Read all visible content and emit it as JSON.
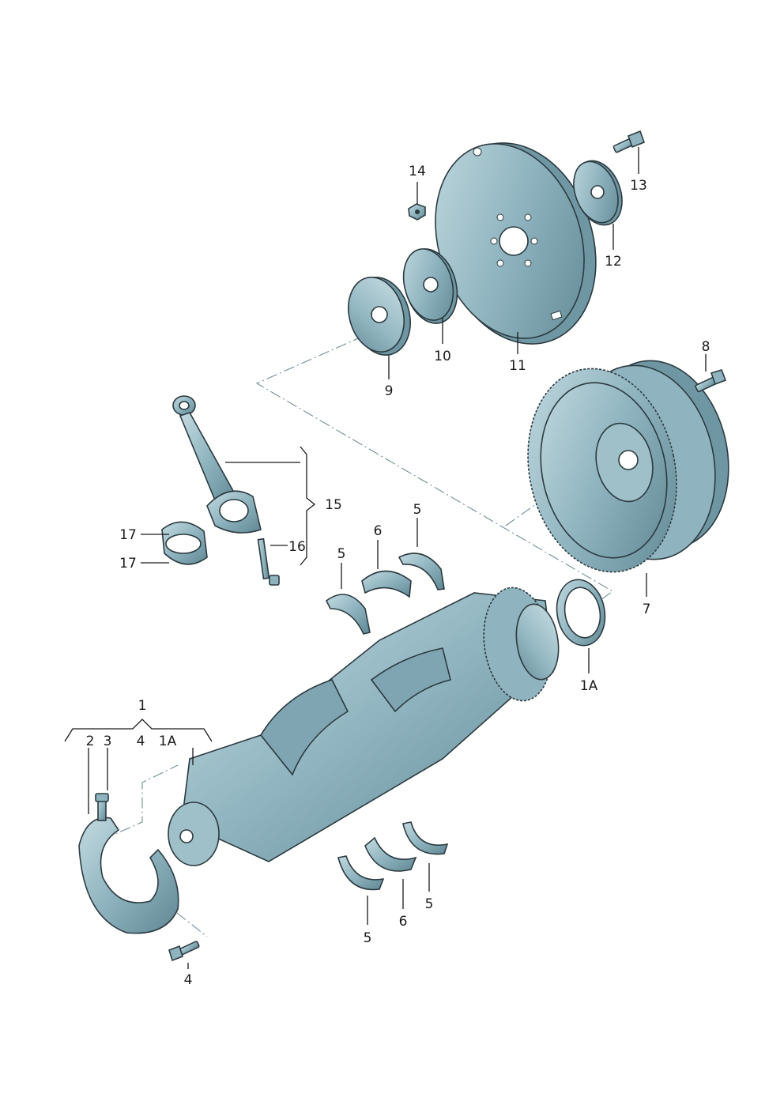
{
  "callouts": {
    "c1": "1",
    "c2": "2",
    "c3": "3",
    "c4a": "4",
    "c1a_top": "1A",
    "c4b": "4",
    "c5a": "5",
    "c5b": "5",
    "c5c": "5",
    "c5d": "5",
    "c6a": "6",
    "c6b": "6",
    "c7": "7",
    "c8": "8",
    "c9": "9",
    "c10": "10",
    "c11": "11",
    "c12": "12",
    "c13": "13",
    "c14": "14",
    "c15": "15",
    "c16": "16",
    "c17a": "17",
    "c17b": "17",
    "c1a_side": "1A"
  },
  "colors": {
    "part_fill": "#8fb4bf",
    "part_dark": "#6f97a3",
    "part_light": "#b9d3da",
    "outline": "#2c3a40",
    "leader": "#1a1a1a",
    "centerline": "#6f8f98"
  }
}
